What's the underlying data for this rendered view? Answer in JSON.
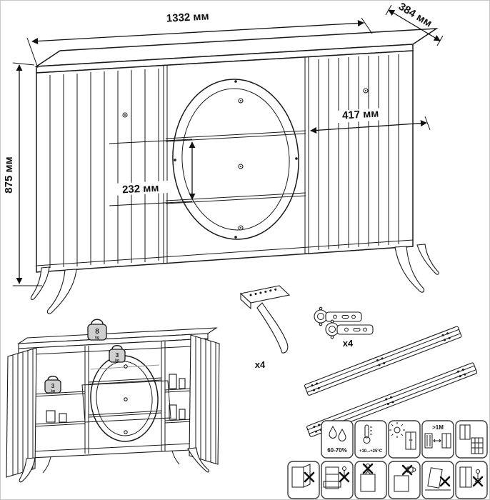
{
  "colors": {
    "line": "#1a1a1a",
    "weight_fill": "#cfcfcf",
    "background": "#ffffff"
  },
  "dimensions": {
    "width": "1332 мм",
    "depth": "384 мм",
    "height": "875 мм",
    "door_width": "417 мм",
    "drawer_height": "232 мм"
  },
  "parts": {
    "leg": {
      "qty": "x4"
    },
    "hinge": {
      "qty": "x4"
    }
  },
  "load_limits": {
    "top": {
      "value": "8",
      "unit": "kg"
    },
    "center": {
      "value": "3",
      "unit": "kg"
    },
    "shelf": {
      "value": "3",
      "unit": "kg"
    }
  },
  "care_icons": {
    "humidity": "60-70%",
    "temperature": "+10...+25°C",
    "min_distance": ">1M"
  }
}
